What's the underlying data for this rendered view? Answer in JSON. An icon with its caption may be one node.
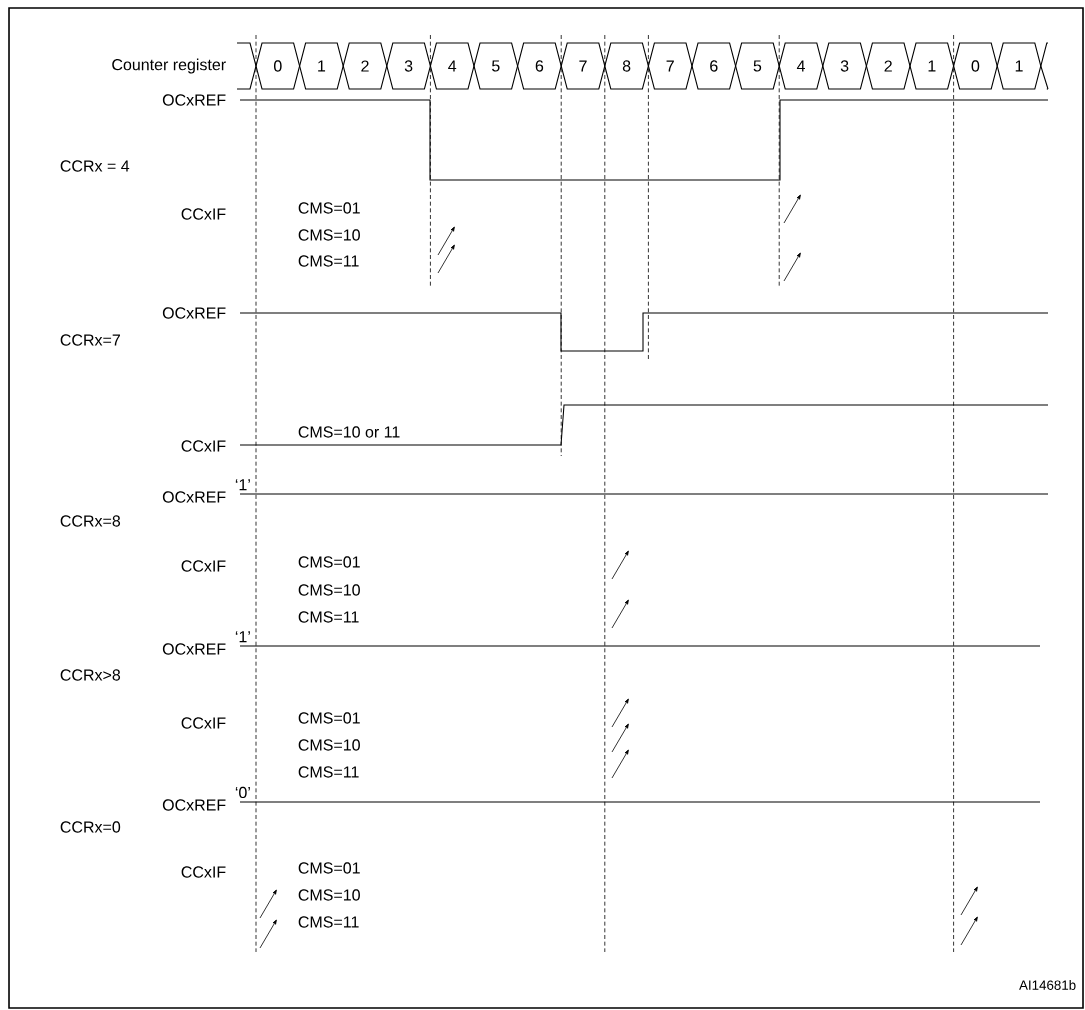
{
  "diagram": {
    "nodes": [
      {
        "text": [
          "0"
        ]
      },
      {
        "text": [
          "1"
        ]
      },
      {
        "text": [
          "2"
        ]
      },
      {
        "text": [
          "3"
        ]
      },
      {
        "text": [
          "4"
        ]
      },
      {
        "text": [
          "5"
        ]
      },
      {
        "text": [
          "6"
        ]
      },
      {
        "text": [
          "7"
        ]
      },
      {
        "text": [
          "8"
        ]
      },
      {
        "text": [
          "7"
        ]
      },
      {
        "text": [
          "6"
        ]
      },
      {
        "text": [
          "5"
        ]
      },
      {
        "text": [
          "4"
        ]
      },
      {
        "text": [
          "3"
        ]
      },
      {
        "text": [
          "2"
        ]
      },
      {
        "text": [
          "1"
        ]
      },
      {
        "text": [
          "0"
        ]
      },
      {
        "text": [
          "1"
        ]
      }
    ],
    "labels": [
      "Counter register",
      "OCxREF",
      "CCRx = 4",
      "CCxIF",
      "CMS=01",
      "CMS=10",
      "CMS=11",
      "OCxREF",
      "CCRx=7",
      "CMS=10 or 11",
      "CCxIF",
      "‘1’",
      "OCxREF",
      "CCRx=8",
      "CCxIF",
      "CMS=01",
      "CMS=10",
      "CMS=11",
      "‘1’",
      "OCxREF",
      "CCRx>8",
      "CCxIF",
      "CMS=01",
      "CMS=10",
      "CMS=11",
      "‘0’",
      "OCxREF",
      "CCRx=0",
      "CCxIF",
      "CMS=01",
      "CMS=10",
      "CMS=11",
      "AI14681b"
    ]
  }
}
